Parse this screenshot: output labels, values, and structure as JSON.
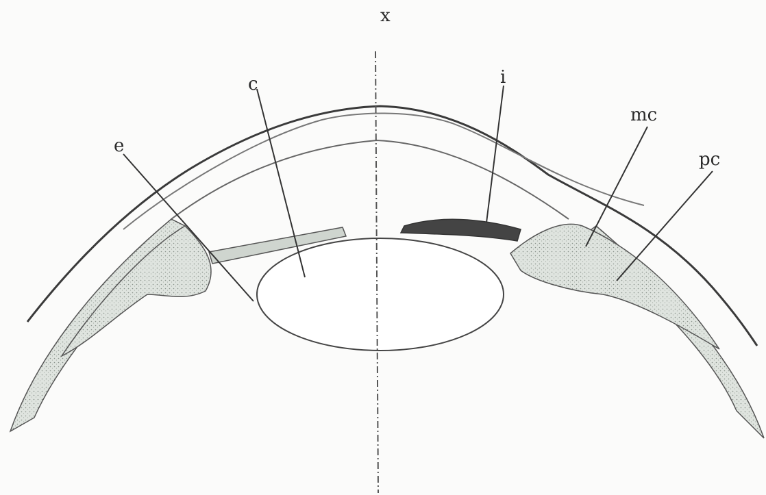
{
  "figure": {
    "labels": {
      "axis": "x",
      "c": "c",
      "e": "e",
      "i": "i",
      "mc": "mc",
      "pc": "pc"
    }
  }
}
